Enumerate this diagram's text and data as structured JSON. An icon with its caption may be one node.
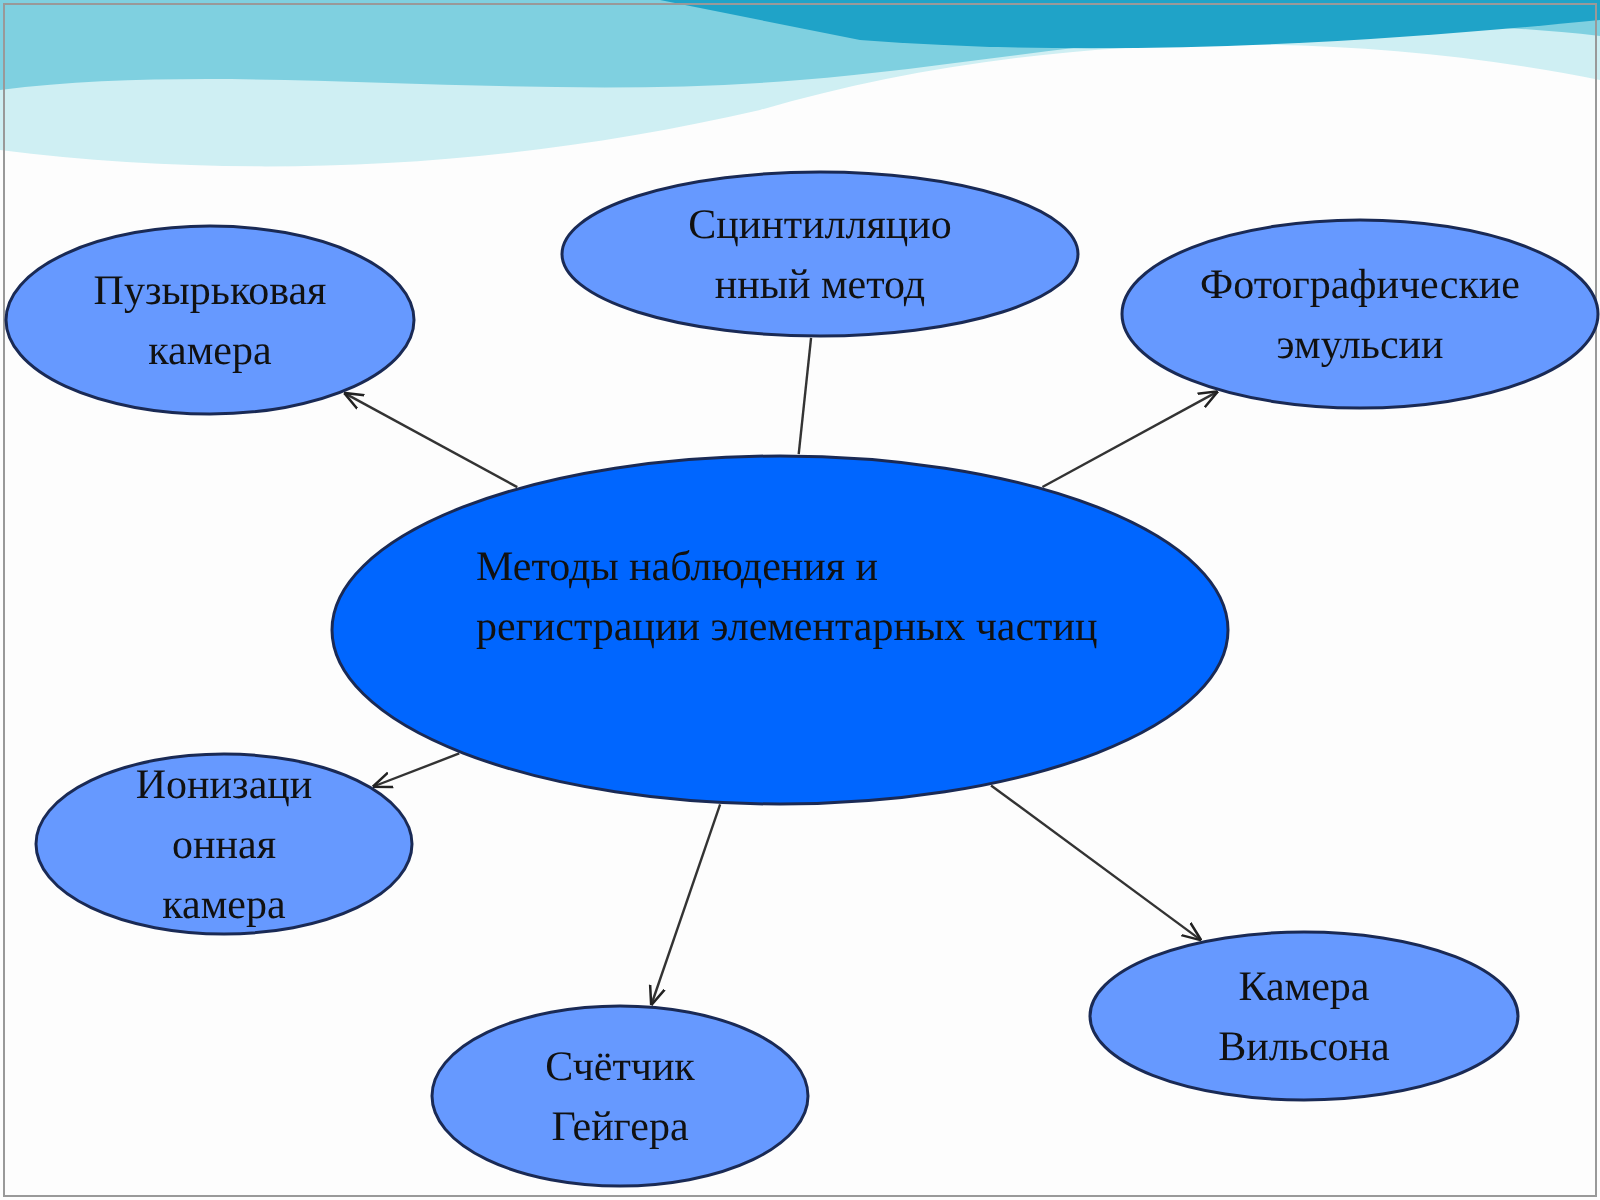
{
  "diagram": {
    "nodes": [
      {
        "text": [
          "Методы наблюдения и регистрации элементарных частиц"
        ]
      },
      {
        "text": [
          "Пузырьковая камера"
        ]
      },
      {
        "text": [
          "Сцинтилляцио нный метод"
        ]
      },
      {
        "text": [
          "Фотографические эмульсии"
        ]
      },
      {
        "text": [
          "Ионизаци онная камера"
        ]
      },
      {
        "text": [
          "Счётчик Гейгера"
        ]
      },
      {
        "text": [
          "Камера Вильсона"
        ]
      }
    ],
    "edges": [
      {
        "from": 0,
        "to": 1,
        "arrow": "to"
      },
      {
        "from": 0,
        "to": 2,
        "arrow": "none"
      },
      {
        "from": 0,
        "to": 3,
        "arrow": "to"
      },
      {
        "from": 0,
        "to": 4,
        "arrow": "to"
      },
      {
        "from": 0,
        "to": 5,
        "arrow": "to"
      },
      {
        "from": 0,
        "to": 6,
        "arrow": "to"
      }
    ]
  }
}
